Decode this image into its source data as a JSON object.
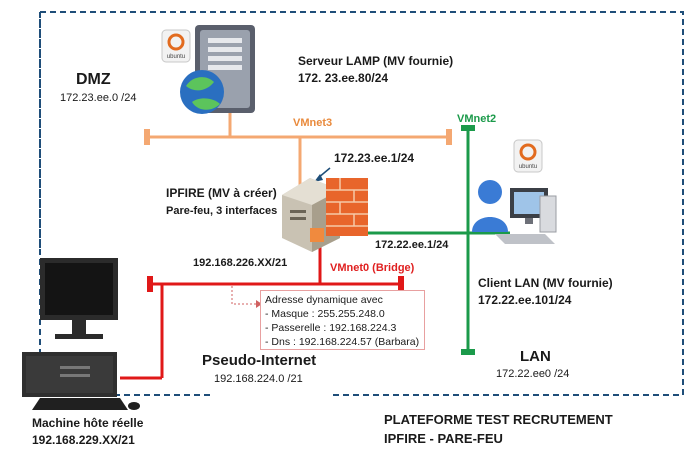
{
  "zones": {
    "dmz": {
      "label": "DMZ",
      "subnet": "172.23.ee.0 /24"
    },
    "lan": {
      "label": "LAN",
      "subnet": "172.22.ee0 /24"
    },
    "internet": {
      "label": "Pseudo-Internet",
      "subnet": "192.168.224.0 /21"
    }
  },
  "nodes": {
    "lamp": {
      "title": "Serveur LAMP (MV fournie)",
      "ip": "172. 23.ee.80/24",
      "os_badge": "ubuntu"
    },
    "ipfire": {
      "title": "IPFIRE (MV à créer)",
      "subtitle": "Pare-feu, 3 interfaces",
      "ip_dmz": "172.23.ee.1/24",
      "ip_lan": "172.22.ee.1/24",
      "ip_wan": "192.168.226.XX/21"
    },
    "client": {
      "title": "Client LAN (MV fournie)",
      "ip": "172.22.ee.101/24",
      "os_badge": "ubuntu"
    },
    "host": {
      "title": "Machine hôte réelle",
      "ip": "192.168.229.XX/21"
    }
  },
  "networks": {
    "vmnet3": "VMnet3",
    "vmnet2": "VMnet2",
    "vmnet0": "VMnet0 (Bridge)"
  },
  "note": {
    "lines": [
      "Adresse dynamique avec",
      "- Masque : 255.255.248.0",
      "- Passerelle : 192.168.224.3",
      "- Dns : 192.168.224.57 (Barbara)"
    ]
  },
  "footer": {
    "line1": "PLATEFORME TEST RECRUTEMENT",
    "line2": "IPFIRE - PARE-FEU"
  },
  "colors": {
    "dmz_line": "#f0a060",
    "lan_line": "#1b9a4a",
    "wan_line": "#e01818",
    "dashed_border": "#1f4e79"
  }
}
